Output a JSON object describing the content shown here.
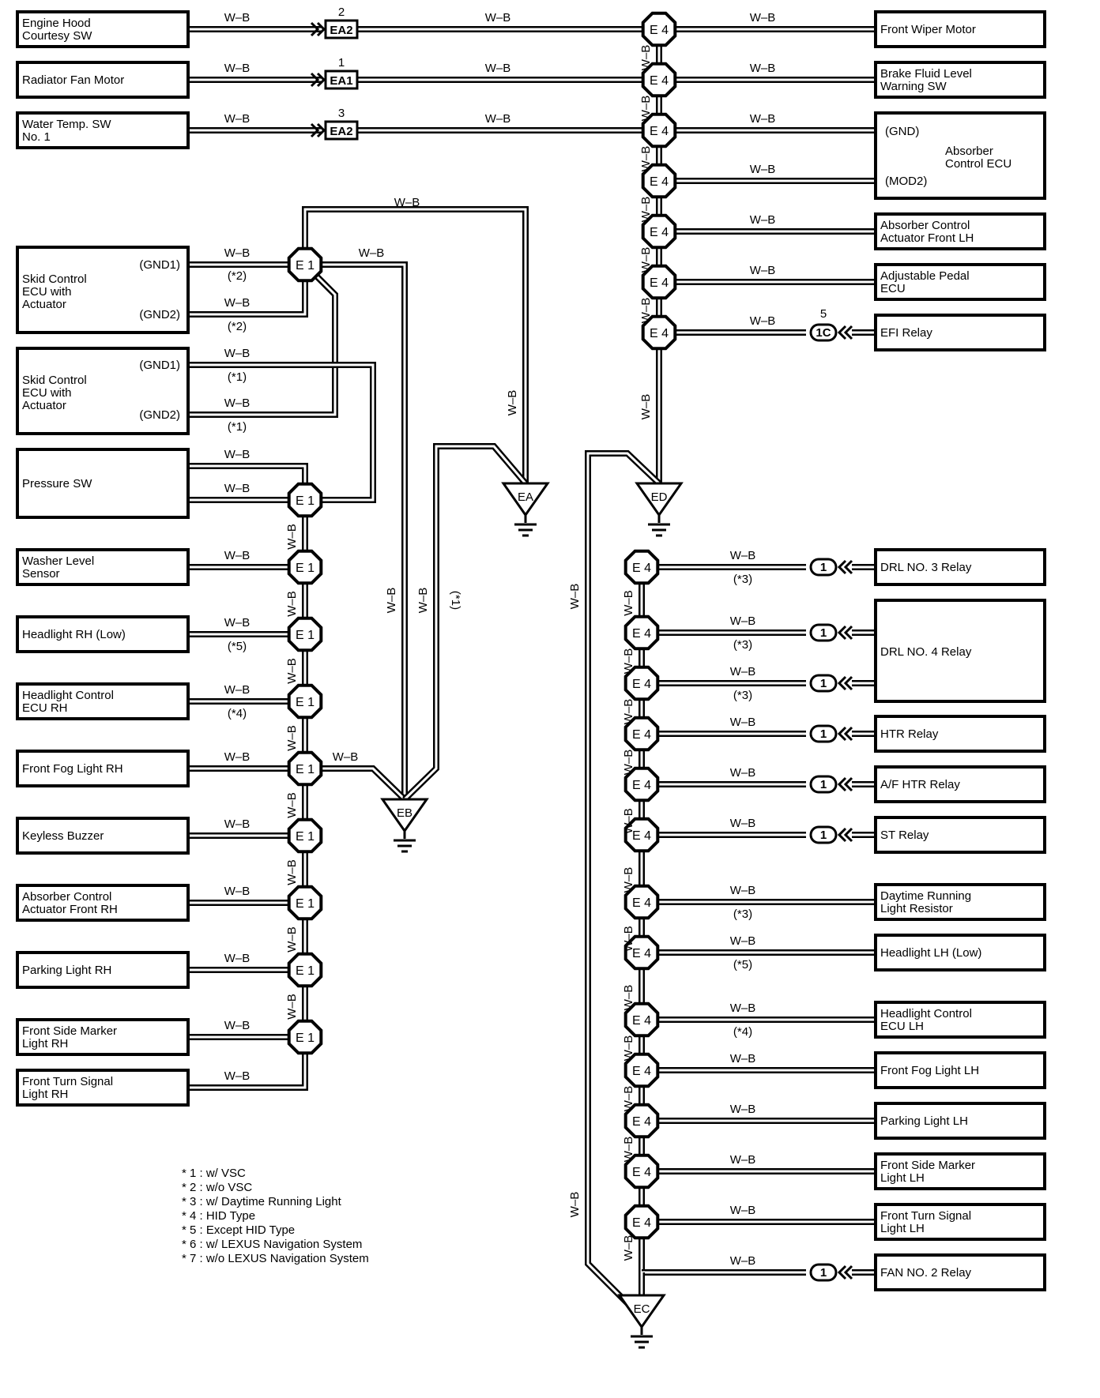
{
  "wire_label": "W–B",
  "junction_e1": "E 1",
  "junction_e4": "E 4",
  "grounds": [
    "EA",
    "EB",
    "ED",
    "EC"
  ],
  "top_components": [
    {
      "lines": [
        "Engine Hood",
        "Courtesy SW"
      ],
      "connector": "EA2",
      "pin": "2"
    },
    {
      "lines": [
        "Radiator Fan Motor"
      ],
      "connector": "EA1",
      "pin": "1"
    },
    {
      "lines": [
        "Water Temp.  SW",
        "No. 1"
      ],
      "connector": "EA2",
      "pin": "3"
    }
  ],
  "skid1": {
    "lines": [
      "Skid Control",
      "ECU with",
      "Actuator"
    ],
    "pin_top": "(GND1)",
    "pin_bottom": "(GND2)",
    "note_top": "(*2)",
    "note_bottom": "(*2)"
  },
  "skid2": {
    "lines": [
      "Skid Control",
      "ECU with",
      "Actuator"
    ],
    "pin_top": "(GND1)",
    "pin_bottom": "(GND2)",
    "note_top": "(*1)",
    "note_bottom": "(*1)"
  },
  "pressure_sw": {
    "lines": [
      "Pressure SW"
    ]
  },
  "left_components": [
    {
      "lines": [
        "Washer Level",
        "Sensor"
      ],
      "note": ""
    },
    {
      "lines": [
        "Headlight RH (Low)"
      ],
      "note": "(*5)"
    },
    {
      "lines": [
        "Headlight Control",
        "ECU RH"
      ],
      "note": "(*4)"
    },
    {
      "lines": [
        "Front Fog Light RH"
      ],
      "note": ""
    },
    {
      "lines": [
        "Keyless Buzzer"
      ],
      "note": ""
    },
    {
      "lines": [
        "Absorber Control",
        "Actuator Front RH"
      ],
      "note": ""
    },
    {
      "lines": [
        "Parking Light RH"
      ],
      "note": ""
    },
    {
      "lines": [
        "Front Side Marker",
        "Light RH"
      ],
      "note": ""
    },
    {
      "lines": [
        "Front Turn Signal",
        "Light RH"
      ],
      "note": ""
    }
  ],
  "eb_note": "(*1)",
  "right_top_components": [
    {
      "lines": [
        "Front Wiper Motor"
      ]
    },
    {
      "lines": [
        "Brake Fluid Level",
        "Warning SW"
      ]
    },
    {
      "lines": [
        "Absorber Control",
        "Actuator Front LH"
      ]
    },
    {
      "lines": [
        "Adjustable Pedal",
        "ECU"
      ]
    },
    {
      "lines": [
        "EFI Relay"
      ],
      "connector": "1C",
      "pin": "5"
    }
  ],
  "absorber_ecu": {
    "lines": [
      "Absorber",
      "Control ECU"
    ],
    "pin_top": "(GND)",
    "pin_bottom": "(MOD2)"
  },
  "drl3": {
    "lines": [
      "DRL NO. 3 Relay"
    ],
    "connector": "1",
    "note": "(*3)"
  },
  "drl4": {
    "lines": [
      "DRL NO. 4 Relay"
    ],
    "connector": "1",
    "note_top": "(*3)",
    "note_bottom": "(*3)"
  },
  "right_bottom_components": [
    {
      "lines": [
        "HTR Relay"
      ],
      "connector": "1",
      "note": ""
    },
    {
      "lines": [
        "A/F HTR Relay"
      ],
      "connector": "1",
      "note": ""
    },
    {
      "lines": [
        "ST Relay"
      ],
      "connector": "1",
      "note": ""
    },
    {
      "lines": [
        "Daytime Running",
        "Light Resistor"
      ],
      "connector": "",
      "note": "(*3)"
    },
    {
      "lines": [
        "Headlight LH (Low)"
      ],
      "connector": "",
      "note": "(*5)"
    },
    {
      "lines": [
        "Headlight Control",
        "ECU LH"
      ],
      "connector": "",
      "note": "(*4)"
    },
    {
      "lines": [
        "Front Fog Light LH"
      ],
      "connector": "",
      "note": ""
    },
    {
      "lines": [
        "Parking Light LH"
      ],
      "connector": "",
      "note": ""
    },
    {
      "lines": [
        "Front Side Marker",
        "Light LH"
      ],
      "connector": "",
      "note": ""
    },
    {
      "lines": [
        "Front Turn Signal",
        "Light LH"
      ],
      "connector": "",
      "note": ""
    },
    {
      "lines": [
        "FAN NO. 2 Relay"
      ],
      "connector": "1",
      "note": ""
    }
  ],
  "legend": [
    "* 1 : w/ VSC",
    "* 2 : w/o VSC",
    "* 3 : w/ Daytime Running Light",
    "* 4 : HID Type",
    "* 5 : Except HID Type",
    "* 6 : w/ LEXUS Navigation System",
    "* 7 : w/o LEXUS Navigation System"
  ]
}
